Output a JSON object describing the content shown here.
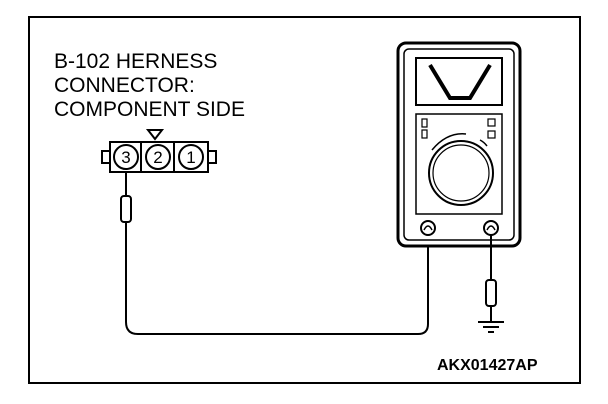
{
  "connector_label": {
    "line1": "B-102 HERNESS",
    "line2": "CONNECTOR:",
    "line3": "COMPONENT SIDE"
  },
  "connector_pins": [
    "3",
    "2",
    "1"
  ],
  "figure_code": "AKX01427AP",
  "meter_symbol": "V",
  "icons": {
    "meter": "voltmeter-icon",
    "ground": "ground-icon",
    "probe": "probe-icon"
  }
}
